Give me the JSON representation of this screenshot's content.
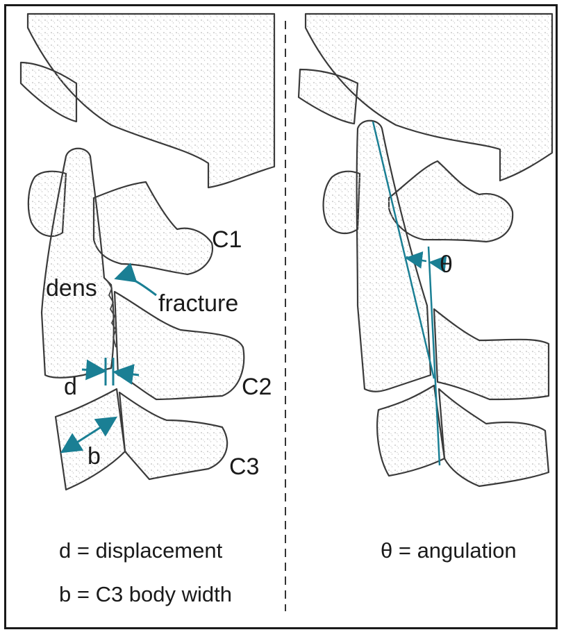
{
  "left_panel": {
    "labels": {
      "c1": "C1",
      "c2": "C2",
      "c3": "C3",
      "dens": "dens",
      "fracture": "fracture",
      "d": "d",
      "b": "b"
    },
    "legend": [
      "d = displacement",
      "b = C3 body width"
    ]
  },
  "right_panel": {
    "labels": {
      "theta": "θ"
    },
    "legend": [
      "θ = angulation"
    ]
  },
  "colors": {
    "outline": "#3a3a3a",
    "stipple": "#b8b8b8",
    "accent": "#1a7f94",
    "text": "#1a1a1a"
  }
}
